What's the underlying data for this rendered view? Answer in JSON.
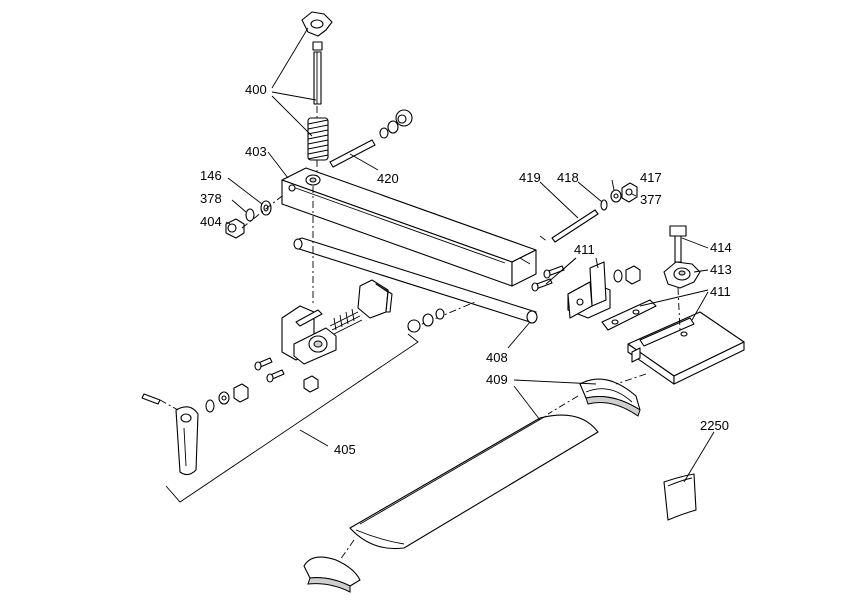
{
  "labels": {
    "l400": "400",
    "l403": "403",
    "l146": "146",
    "l378": "378",
    "l404": "404",
    "l420": "420",
    "l419": "419",
    "l418": "418",
    "l417": "417",
    "l377": "377",
    "l411a": "411",
    "l414": "414",
    "l413": "413",
    "l411b": "411",
    "l408": "408",
    "l409": "409",
    "l405": "405",
    "l2250": "2250"
  }
}
